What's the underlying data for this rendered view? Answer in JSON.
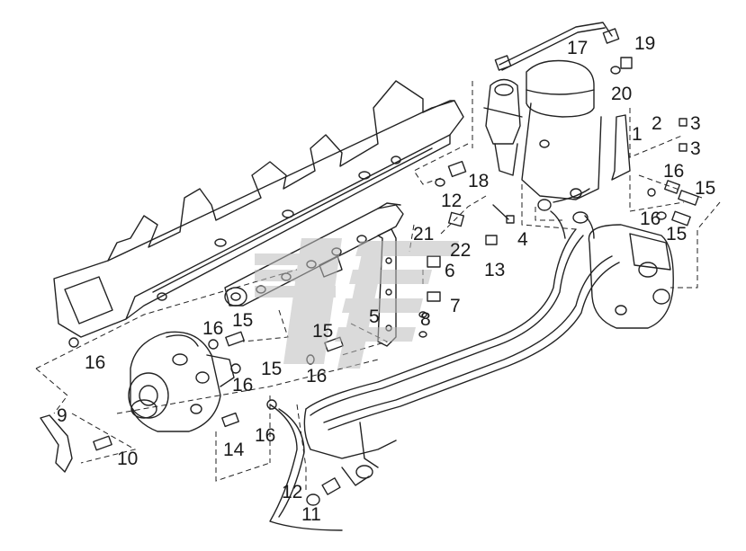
{
  "diagram": {
    "callouts": {
      "c1": "1",
      "c2": "2",
      "c3a": "3",
      "c3b": "3",
      "c4": "4",
      "c5": "5",
      "c6": "6",
      "c7": "7",
      "c8": "8",
      "c9": "9",
      "c10": "10",
      "c11": "11",
      "c12a": "12",
      "c12b": "12",
      "c13": "13",
      "c14": "14",
      "c15a": "15",
      "c15b": "15",
      "c15c": "15",
      "c15d": "15",
      "c15e": "15",
      "c16a": "16",
      "c16b": "16",
      "c16c": "16",
      "c16d": "16",
      "c16e": "16",
      "c16f": "16",
      "c16g": "16",
      "c17": "17",
      "c18": "18",
      "c19": "19",
      "c20": "20",
      "c21": "21",
      "c22": "22"
    },
    "parts": [
      "intake-manifold",
      "fuel-rail",
      "fuel-filter-housing",
      "high-pressure-pump",
      "fuel-cooler",
      "fuel-lines",
      "mounting-bracket",
      "watermark-logo"
    ]
  }
}
